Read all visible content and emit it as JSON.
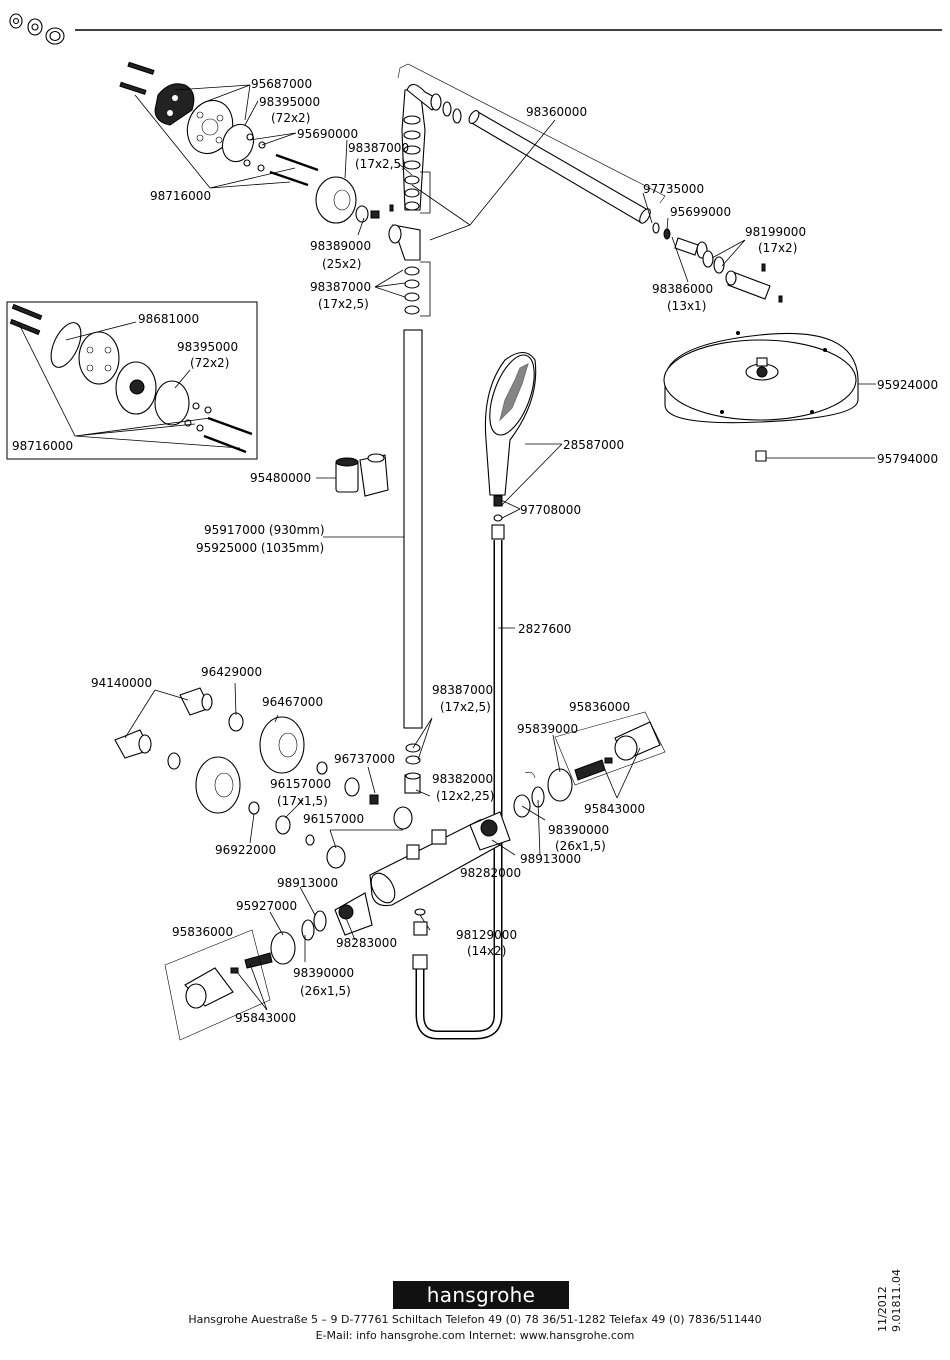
{
  "labels": {
    "p95687000": "95687000",
    "p98395000a": "98395000",
    "p98395000a_size": "(72x2)",
    "p95690000": "95690000",
    "p98387000a": "98387000",
    "p98387000a_size": "(17x2,5)",
    "p98716000a": "98716000",
    "p98389000": "98389000",
    "p98389000_size": "(25x2)",
    "p98387000b": "98387000",
    "p98387000b_size": "(17x2,5)",
    "p98360000": "98360000",
    "p97735000": "97735000",
    "p95699000": "95699000",
    "p98199000": "98199000",
    "p98199000_size": "(17x2)",
    "p98386000": "98386000",
    "p98386000_size": "(13x1)",
    "p98681000": "98681000",
    "p98395000b": "98395000",
    "p98395000b_size": "(72x2)",
    "p98716000b": "98716000",
    "p95924000": "95924000",
    "p28587000": "28587000",
    "p95480000": "95480000",
    "p95794000": "95794000",
    "p97708000": "97708000",
    "p95917000": "95917000 (930mm)",
    "p95925000": "95925000 (1035mm)",
    "p2827600": "2827600",
    "p94140000": "94140000",
    "p96429000": "96429000",
    "p96467000": "96467000",
    "p98387000c": "98387000",
    "p98387000c_size": "(17x2,5)",
    "p95836000a": "95836000",
    "p95839000": "95839000",
    "p96737000": "96737000",
    "p96157000a": "96157000",
    "p96157000a_size": "(17x1,5)",
    "p98382000": "98382000",
    "p98382000_size": "(12x2,25)",
    "p95843000a": "95843000",
    "p96157000b": "96157000",
    "p98390000a": "98390000",
    "p98390000a_size": "(26x1,5)",
    "p96922000": "96922000",
    "p98913000a": "98913000",
    "p98282000": "98282000",
    "p98913000b": "98913000",
    "p95927000": "95927000",
    "p95836000b": "95836000",
    "p98283000": "98283000",
    "p98129000": "98129000",
    "p98129000_size": "(14x2)",
    "p98390000b": "98390000",
    "p98390000b_size": "(26x1,5)",
    "p95843000b": "95843000"
  },
  "brand": {
    "logo_text": "hansgrohe",
    "address_line": "Hansgrohe   Auestraße 5 – 9   D-77761 Schiltach   Telefon   49 (0)  78 36/51-1282   Telefax   49 (0)  7836/511440",
    "contact_line": "E-Mail: info   hansgrohe.com   Internet: www.hansgrohe.com"
  },
  "document": {
    "date": "11/2012",
    "number": "9.01811.04"
  },
  "icons": {
    "header": "nuts-washer-icon"
  }
}
